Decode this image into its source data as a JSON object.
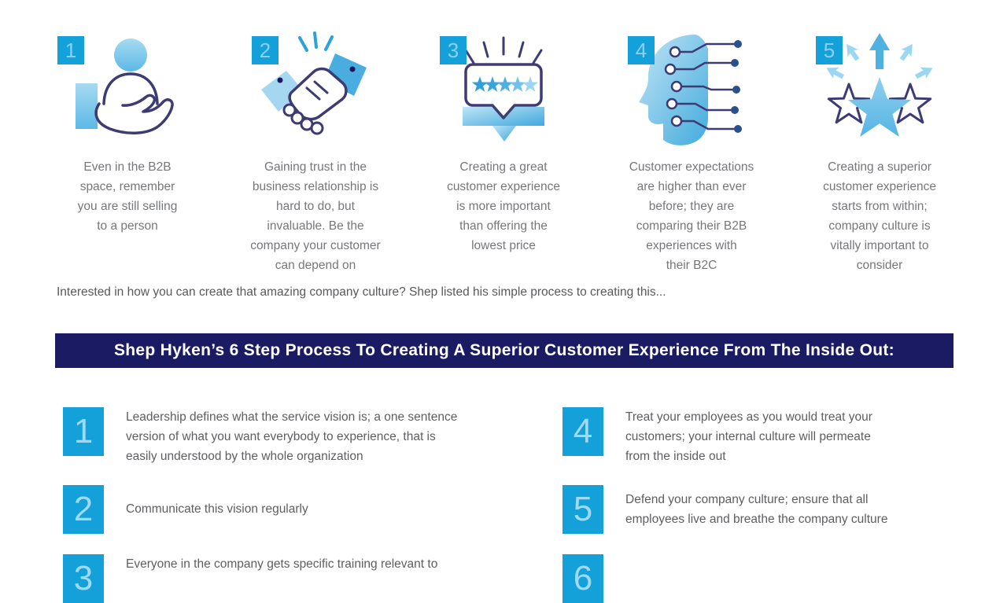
{
  "colors": {
    "accent_cyan": "#14a1da",
    "banner_navy": "#1b1b64",
    "icon_outline_navy": "#3d3b73",
    "icon_light_blue": "#8ed2f0",
    "icon_mid_blue": "#4fb1e0",
    "body_text_gray": "#76777b"
  },
  "top_points": [
    {
      "number": "1",
      "icon": "person-in-hand-icon",
      "text": "Even in the B2B\nspace, remember\nyou are still selling\nto a person"
    },
    {
      "number": "2",
      "icon": "handshake-icon",
      "text": "Gaining trust in the\nbusiness relationship is\nhard to do, but\ninvaluable. Be the\ncompany your customer\ncan depend on"
    },
    {
      "number": "3",
      "icon": "review-stars-bubble-icon",
      "text": "Creating a great\ncustomer experience\nis more important\nthan offering the\nlowest price"
    },
    {
      "number": "4",
      "icon": "ai-head-icon",
      "text": "Customer expectations\nare higher than ever\nbefore; they are\ncomparing their B2B\nexperiences with\ntheir B2C"
    },
    {
      "number": "5",
      "icon": "star-burst-icon",
      "text": "Creating a superior\ncustomer experience\nstarts from within;\ncompany culture is\nvitally important to\nconsider"
    }
  ],
  "intro_line": "Interested in how you can create that amazing company culture? Shep listed his simple process to creating this...",
  "banner": {
    "title": "Shep Hyken’s 6 Step Process To Creating A Superior Customer Experience From The Inside Out:"
  },
  "steps": {
    "left": [
      {
        "number": "1",
        "text": "Leadership defines what the service vision is; a one sentence\nversion of what you want everybody to experience, that is\neasily understood by the whole organization"
      },
      {
        "number": "2",
        "text": "Communicate this vision regularly"
      },
      {
        "number": "3",
        "text": "Everyone in the company gets specific training relevant to"
      }
    ],
    "right": [
      {
        "number": "4",
        "text": "Treat your employees as you would treat your\ncustomers; your internal culture will permeate\nfrom the inside out"
      },
      {
        "number": "5",
        "text": "Defend your company culture; ensure that all\nemployees live and breathe the company culture"
      },
      {
        "number": "6",
        "text": ""
      }
    ]
  }
}
